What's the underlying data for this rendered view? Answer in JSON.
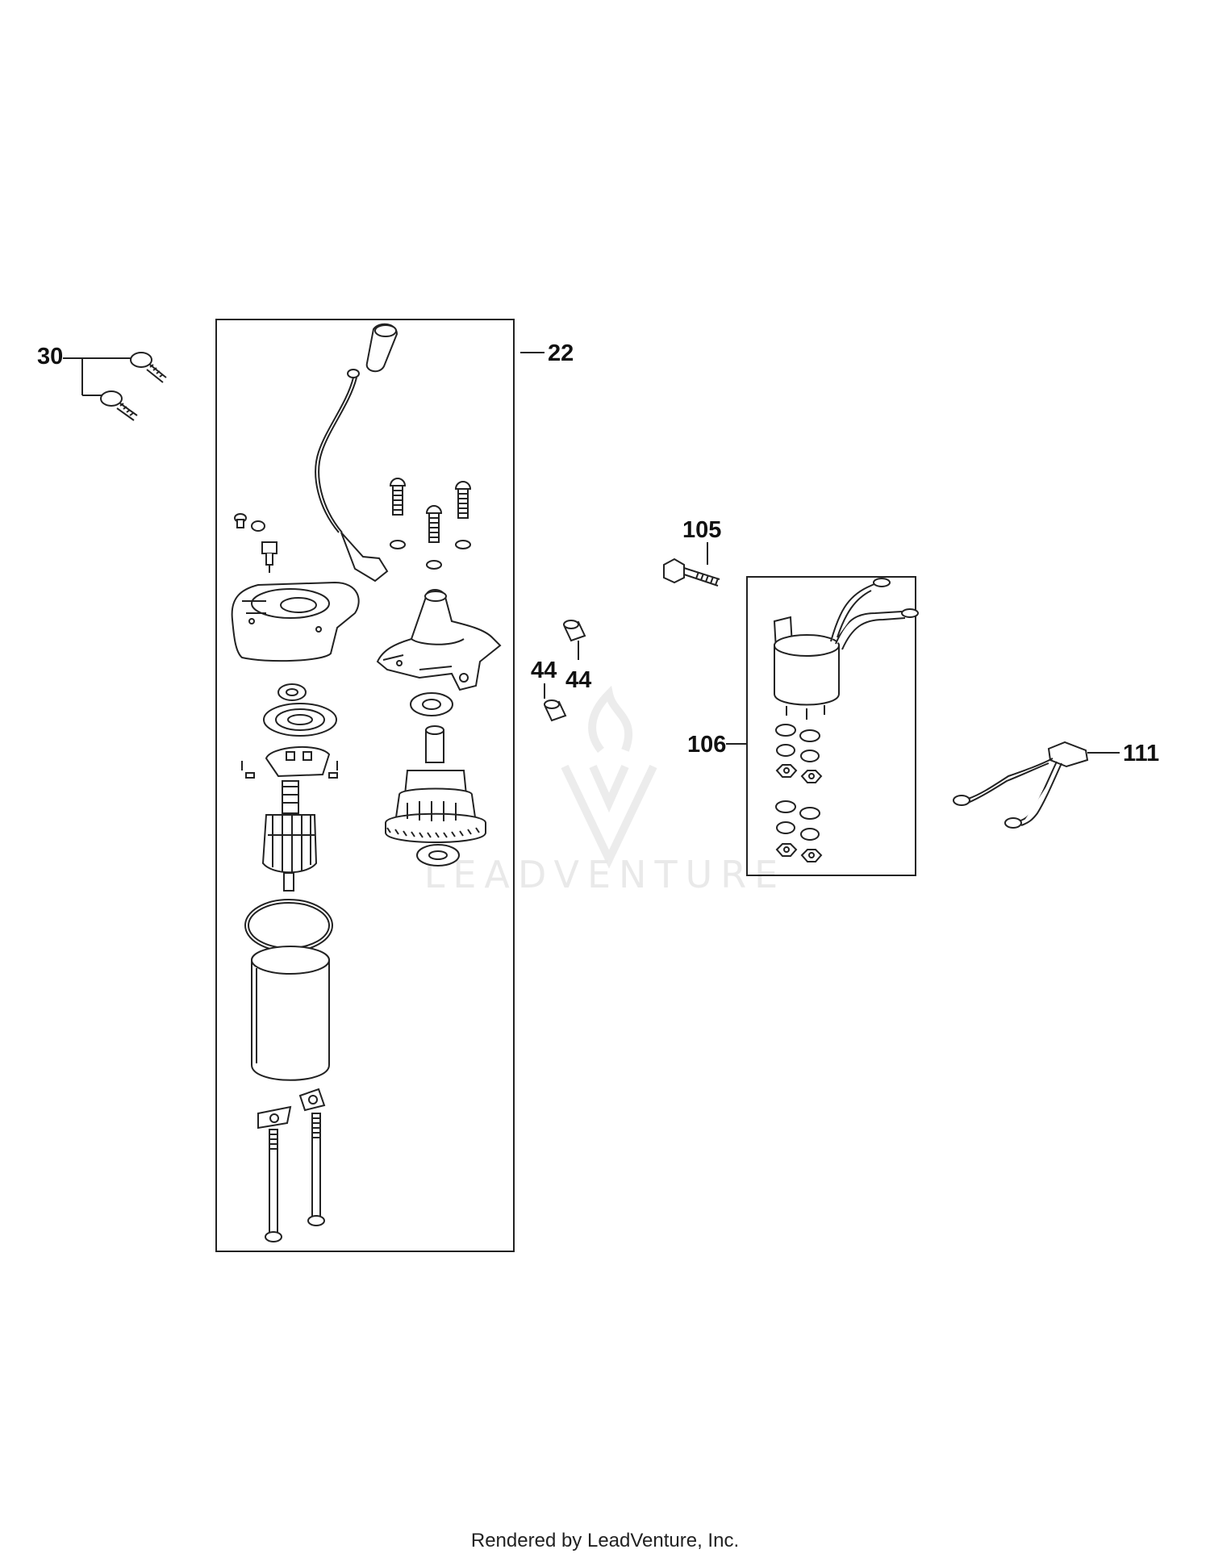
{
  "diagram": {
    "callouts": {
      "c30": "30",
      "c22": "22",
      "c105": "105",
      "c44a": "44",
      "c44b": "44",
      "c106": "106",
      "c111": "111"
    },
    "watermark": "LEADVENTURE",
    "footer": "Rendered by LeadVenture, Inc."
  }
}
